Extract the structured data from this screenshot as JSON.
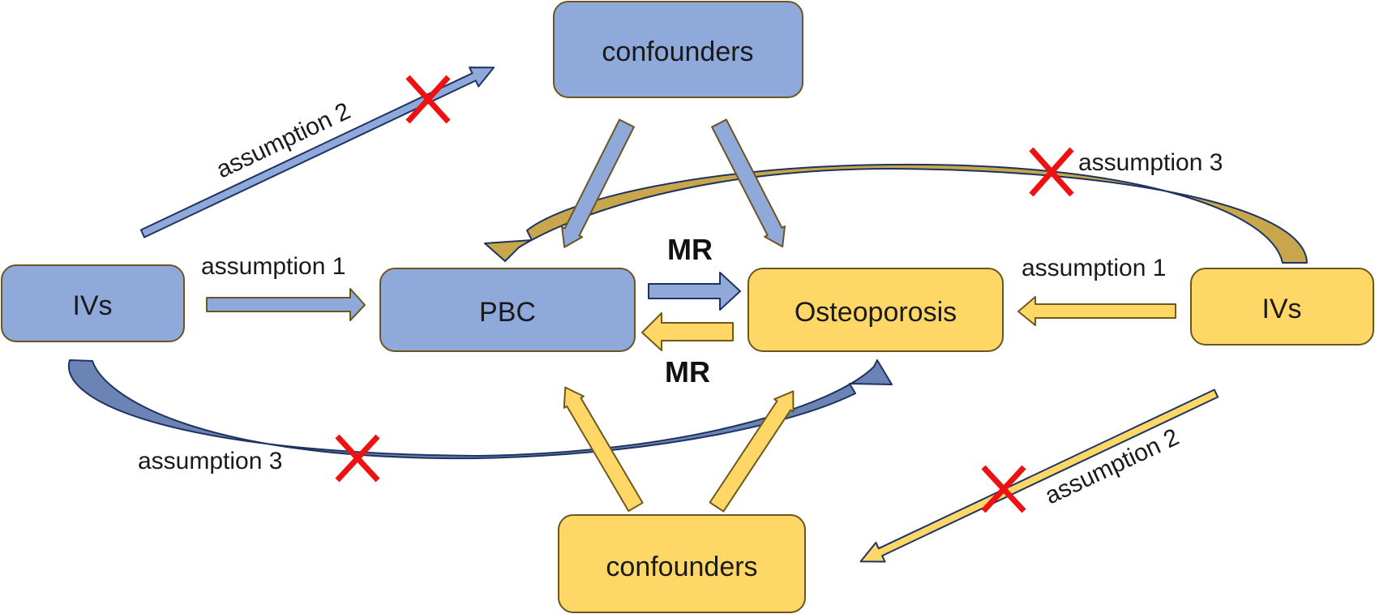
{
  "colors": {
    "blue_fill": "#90A9DB",
    "blue_stroke": "#2F4A7A",
    "yellow_fill": "#FED767",
    "yellow_stroke": "#6E5A1E",
    "box_stroke": "#6B5620",
    "cross": "#EE1111"
  },
  "nodes": {
    "confounders_top": "confounders",
    "ivs_left": "IVs",
    "pbc": "PBC",
    "osteoporosis": "Osteoporosis",
    "ivs_right": "IVs",
    "confounders_bottom": "confounders"
  },
  "edges": {
    "mr_forward": "MR",
    "mr_reverse": "MR",
    "left_assumption_1": "assumption 1",
    "left_assumption_2": "assumption 2",
    "left_assumption_3": "assumption 3",
    "right_assumption_1": "assumption 1",
    "right_assumption_2": "assumption 2",
    "right_assumption_3": "assumption 3"
  },
  "violated_marks": [
    "cross-icon",
    "cross-icon",
    "cross-icon",
    "cross-icon"
  ]
}
